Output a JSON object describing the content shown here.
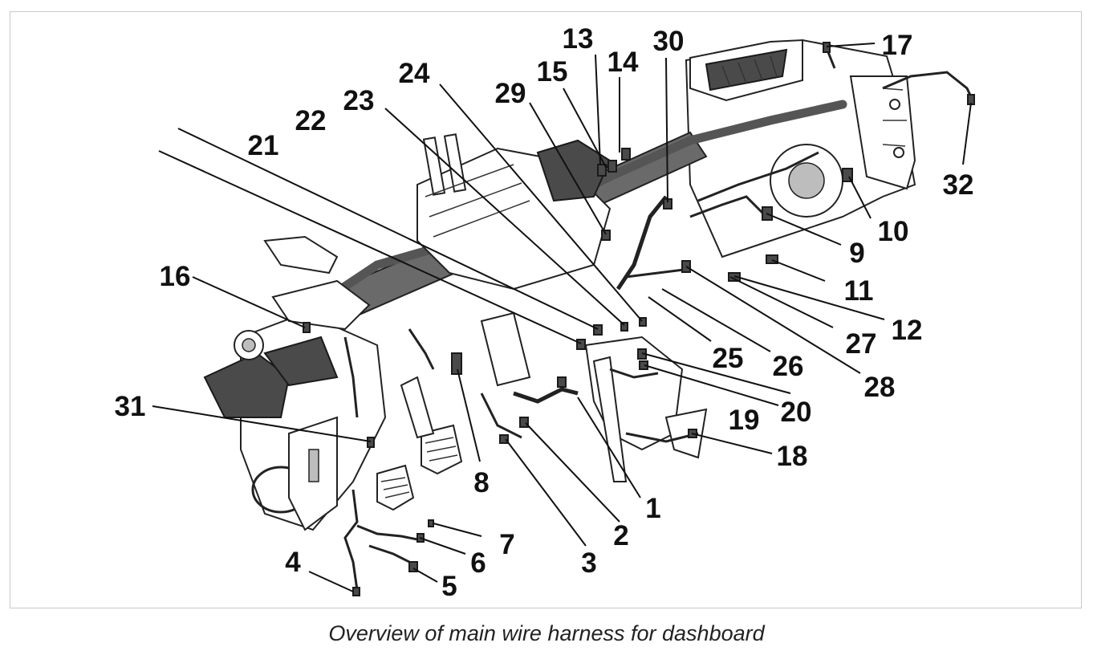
{
  "caption": "Overview of main wire harness for dashboard",
  "callouts": [
    {
      "label": "1"
    },
    {
      "label": "2"
    },
    {
      "label": "3"
    },
    {
      "label": "4"
    },
    {
      "label": "5"
    },
    {
      "label": "6"
    },
    {
      "label": "7"
    },
    {
      "label": "8"
    },
    {
      "label": "9"
    },
    {
      "label": "10"
    },
    {
      "label": "11"
    },
    {
      "label": "12"
    },
    {
      "label": "13"
    },
    {
      "label": "14"
    },
    {
      "label": "15"
    },
    {
      "label": "16"
    },
    {
      "label": "17"
    },
    {
      "label": "18"
    },
    {
      "label": "19"
    },
    {
      "label": "20"
    },
    {
      "label": "21"
    },
    {
      "label": "22"
    },
    {
      "label": "23"
    },
    {
      "label": "24"
    },
    {
      "label": "25"
    },
    {
      "label": "26"
    },
    {
      "label": "27"
    },
    {
      "label": "28"
    },
    {
      "label": "29"
    },
    {
      "label": "30"
    },
    {
      "label": "31"
    },
    {
      "label": "32"
    }
  ]
}
